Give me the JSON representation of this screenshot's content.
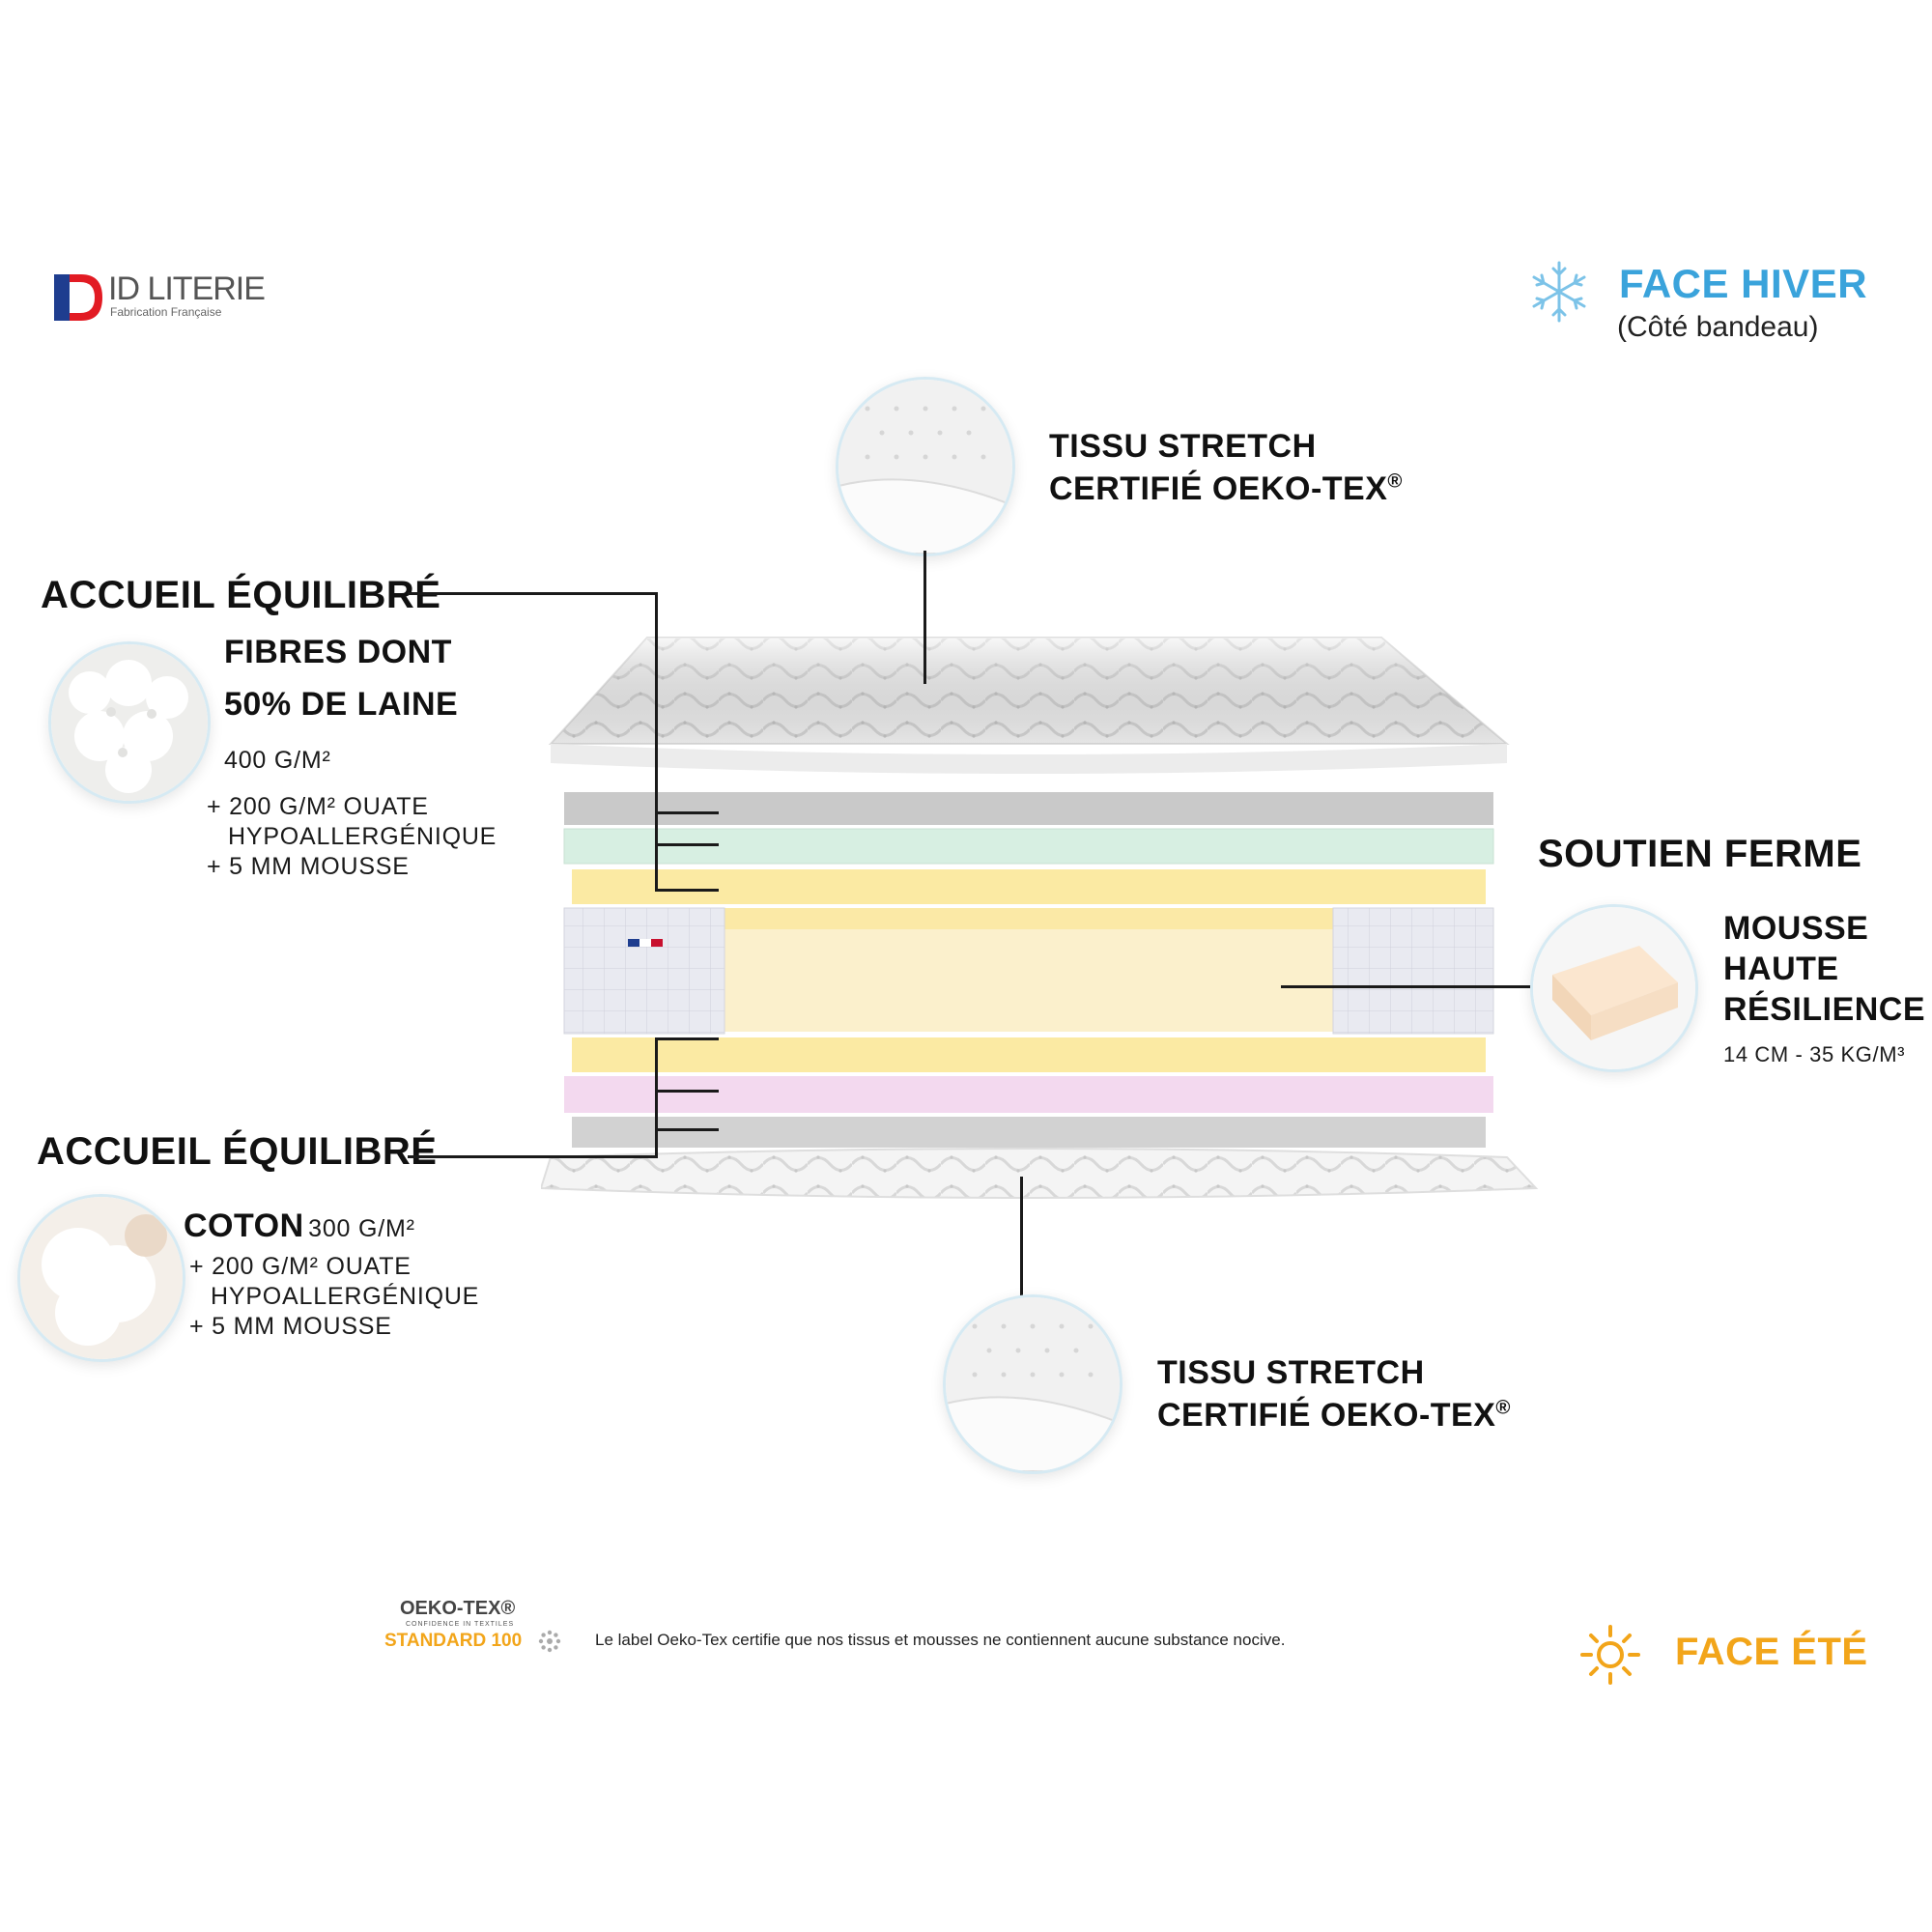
{
  "brand": {
    "name": "ID LITERIE",
    "tagline": "Fabrication Française"
  },
  "face_hiver": {
    "title": "FACE HIVER",
    "subtitle": "(Côté bandeau)",
    "icon": "snowflake-icon",
    "color": "#3aa3db"
  },
  "face_ete": {
    "title": "FACE ÉTÉ",
    "icon": "sun-icon",
    "color": "#f2a51a"
  },
  "top_fabric": {
    "line1": "TISSU STRETCH",
    "line2": "CERTIFIÉ OEKO-TEX",
    "reg": "®"
  },
  "bottom_fabric": {
    "line1": "TISSU STRETCH",
    "line2": "CERTIFIÉ OEKO-TEX",
    "reg": "®"
  },
  "comfort_top": {
    "heading": "ACCUEIL ÉQUILIBRÉ",
    "line1": "FIBRES DONT",
    "line2": "50% DE LAINE",
    "weight": "400 G/M²",
    "extra1": "+ 200 G/M² OUATE",
    "extra2": "HYPOALLERGÉNIQUE",
    "extra3": "+ 5 MM MOUSSE"
  },
  "comfort_bottom": {
    "heading": "ACCUEIL ÉQUILIBRÉ",
    "material": "COTON",
    "weight": "300 G/M²",
    "extra1": "+ 200 G/M² OUATE",
    "extra2": "HYPOALLERGÉNIQUE",
    "extra3": "+ 5 MM MOUSSE"
  },
  "support": {
    "heading": "SOUTIEN FERME",
    "line1": "MOUSSE",
    "line2": "HAUTE",
    "line3": "RÉSILIENCE",
    "spec": "14 CM - 35 KG/M³"
  },
  "oekotex": {
    "logo_line1": "OEKO-TEX®",
    "logo_line2": "CONFIDENCE IN TEXTILES",
    "logo_line3": "STANDARD 100",
    "note": "Le label Oeko-Tex certifie que nos tissus et mousses ne contiennent aucune substance nocive.",
    "color": "#f2a51a"
  },
  "layer_colors": {
    "grey": "#c9c9c9",
    "mint": "#d7efe2",
    "yellow": "#fbeaa3",
    "core": "#fbf0cc",
    "pink": "#f3d9ef",
    "border": "#e2e4ec"
  }
}
